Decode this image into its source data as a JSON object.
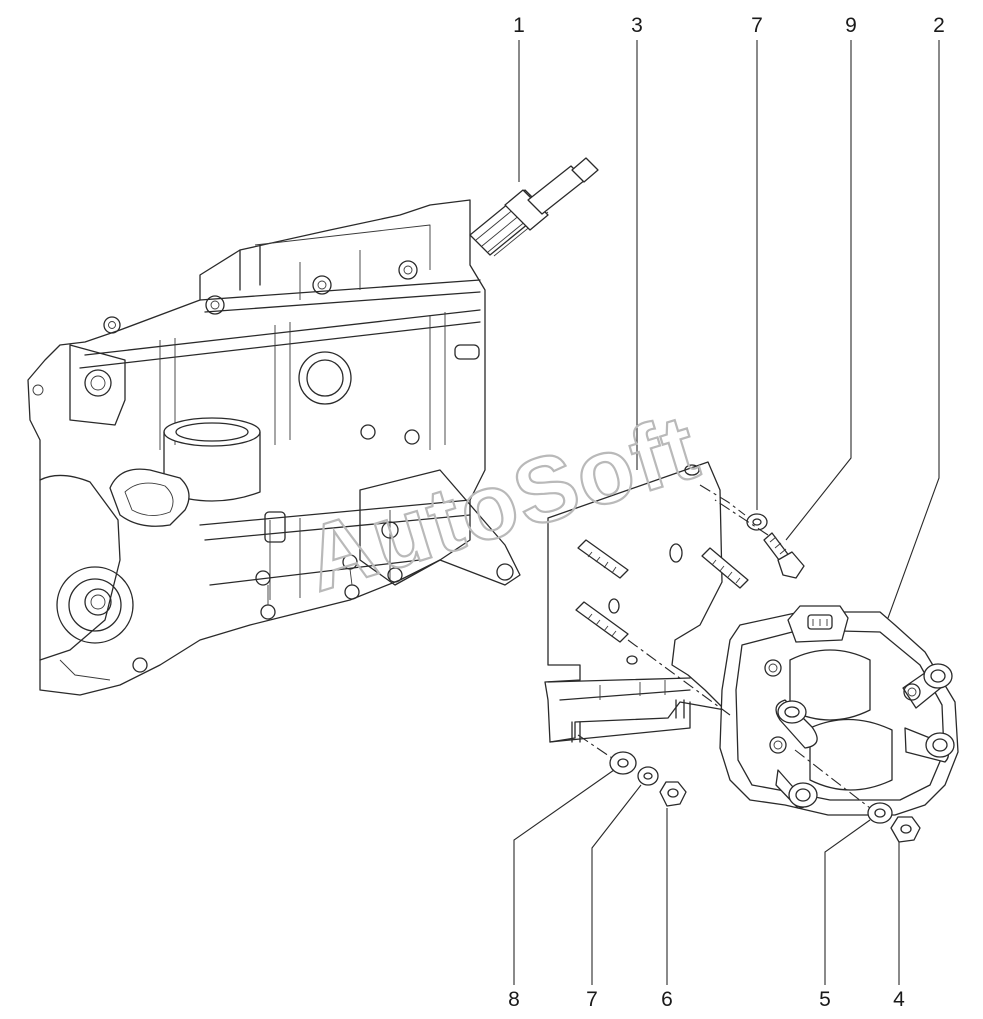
{
  "watermark": "AutoSoft",
  "callouts": {
    "c1": "1",
    "c3": "3",
    "c7_top": "7",
    "c9": "9",
    "c2": "2",
    "c8": "8",
    "c7_bottom": "7",
    "c6": "6",
    "c5": "5",
    "c4": "4"
  },
  "colors": {
    "line": "#2a2a2a",
    "watermark": "#b9b9b9",
    "background": "#ffffff"
  }
}
